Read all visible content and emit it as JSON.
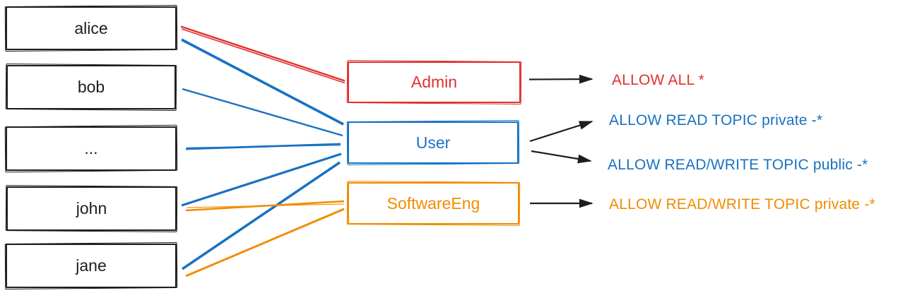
{
  "diagram": {
    "users": [
      {
        "label": "alice"
      },
      {
        "label": "bob"
      },
      {
        "label": "..."
      },
      {
        "label": "john"
      },
      {
        "label": "jane"
      }
    ],
    "roles": [
      {
        "label": "Admin",
        "color": "#e03131"
      },
      {
        "label": "User",
        "color": "#1971c2"
      },
      {
        "label": "SoftwareEng",
        "color": "#f08c00"
      }
    ],
    "permissions": [
      {
        "label": "ALLOW ALL *",
        "color": "#e03131"
      },
      {
        "label": "ALLOW READ TOPIC private -*",
        "color": "#1971c2"
      },
      {
        "label": "ALLOW READ/WRITE TOPIC public -*",
        "color": "#1971c2"
      },
      {
        "label": "ALLOW READ/WRITE TOPIC private -*",
        "color": "#f08c00"
      }
    ],
    "memberships": [
      {
        "user": "alice",
        "role": "Admin",
        "color": "#e03131"
      },
      {
        "user": "alice",
        "role": "User",
        "color": "#1971c2"
      },
      {
        "user": "bob",
        "role": "User",
        "color": "#1971c2"
      },
      {
        "user": "...",
        "role": "User",
        "color": "#1971c2"
      },
      {
        "user": "john",
        "role": "User",
        "color": "#1971c2"
      },
      {
        "user": "john",
        "role": "SoftwareEng",
        "color": "#f08c00"
      },
      {
        "user": "jane",
        "role": "User",
        "color": "#1971c2"
      },
      {
        "user": "jane",
        "role": "SoftwareEng",
        "color": "#f08c00"
      }
    ],
    "grants": [
      {
        "role": "Admin",
        "permission": "ALLOW ALL *"
      },
      {
        "role": "User",
        "permission": "ALLOW READ TOPIC private -*"
      },
      {
        "role": "User",
        "permission": "ALLOW READ/WRITE TOPIC public -*"
      },
      {
        "role": "SoftwareEng",
        "permission": "ALLOW READ/WRITE TOPIC private -*"
      }
    ],
    "colors": {
      "black": "#1e1e1e",
      "red": "#e03131",
      "blue": "#1971c2",
      "orange": "#f08c00"
    }
  }
}
